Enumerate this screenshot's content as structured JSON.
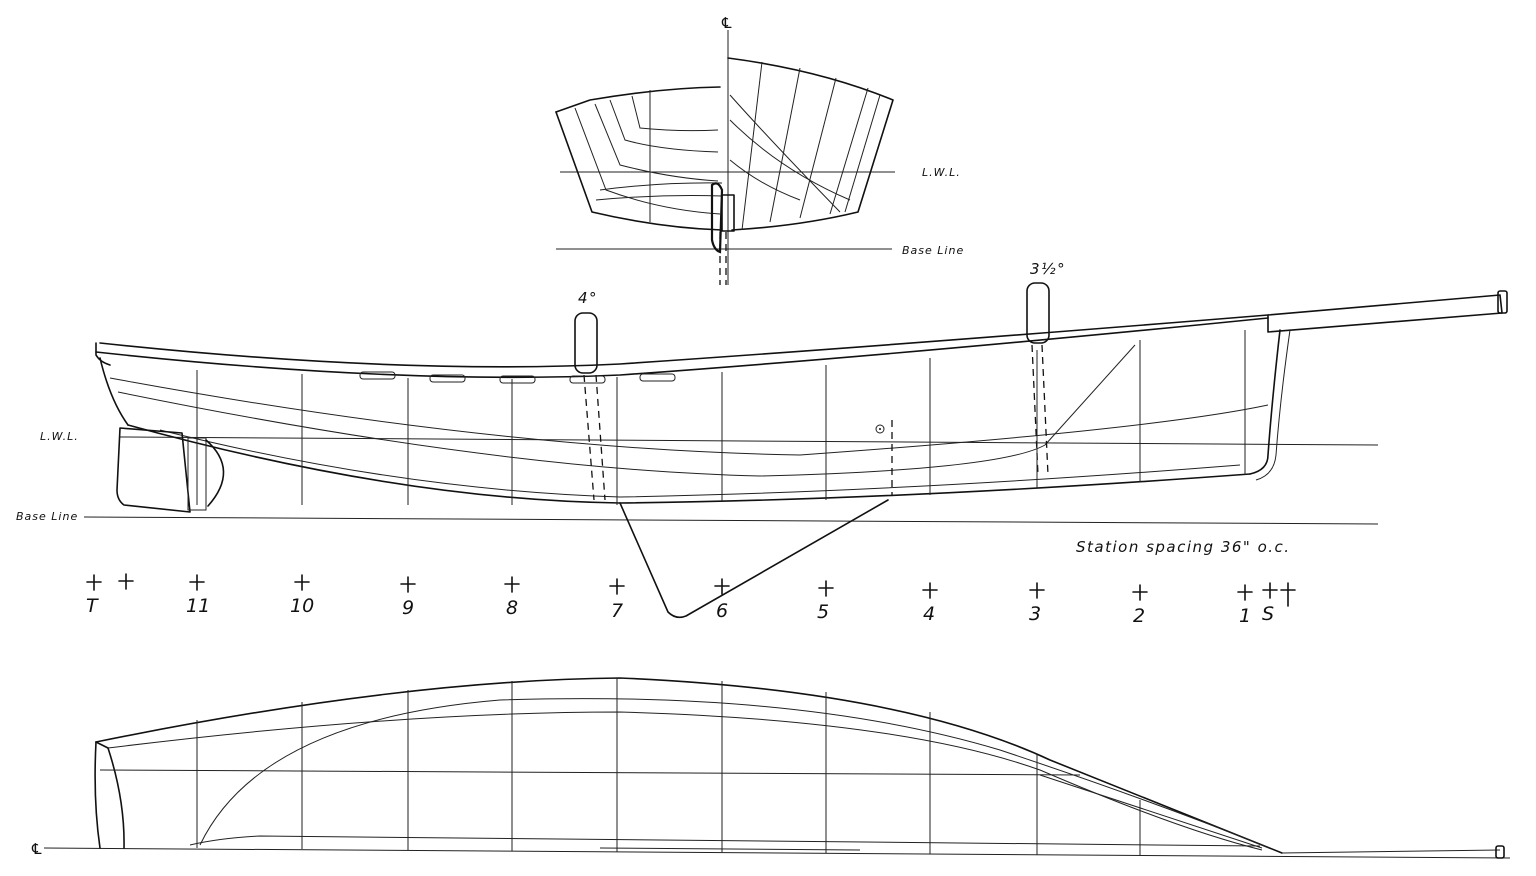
{
  "body_plan": {
    "centerline_symbol": "℄",
    "lwl_label": "L.W.L.",
    "base_line_label": "Base Line"
  },
  "profile": {
    "lwl_label": "L.W.L.",
    "base_line_label": "Base Line",
    "mast_rake_fwd": "3½°",
    "mast_rake_aft": "4°",
    "station_spacing_note": "Station spacing 36\" o.c."
  },
  "stations": [
    "T",
    "11",
    "10",
    "9",
    "8",
    "7",
    "6",
    "5",
    "4",
    "3",
    "2",
    "1",
    "S"
  ],
  "half_breadth": {
    "centerline_symbol": "℄"
  }
}
